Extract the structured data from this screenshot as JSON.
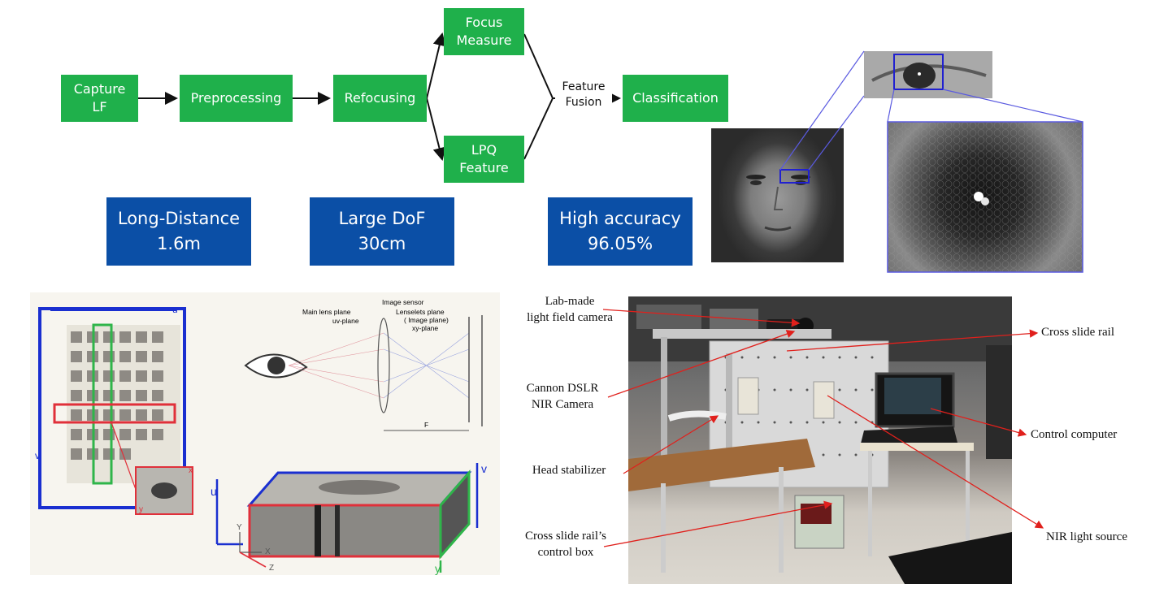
{
  "pipeline": {
    "capture": "Capture\nLF",
    "preprocessing": "Preprocessing",
    "refocusing": "Refocusing",
    "focus": "Focus\nMeasure",
    "lpq": "LPQ\nFeature",
    "fusion": "Feature\nFusion",
    "classification": "Classification"
  },
  "highlights": [
    {
      "label": "Long-Distance\n1.6m"
    },
    {
      "label": "Large DoF\n30cm"
    },
    {
      "label": "High accuracy\n96.05%"
    }
  ],
  "optics": {
    "image_sensor": "Image sensor",
    "main_lens": "Main lens plane",
    "uv_plane": "uv-plane",
    "lenselets": "Lenselets plane",
    "image_plane": "( Image plane)",
    "xy_plane": "xy-plane",
    "f_label": "F",
    "axis_u_top": "u",
    "axis_v_left": "v",
    "axis_y_left": "y",
    "axis_x_left": "x",
    "axis_u": "u",
    "axis_v": "v",
    "axis_y": "y",
    "axis_Y": "Y",
    "axis_X": "X",
    "axis_Z": "Z"
  },
  "setup_labels": {
    "lab_camera": "Lab-made\nlight field camera",
    "cross_rail": "Cross slide rail",
    "dslr": "Cannon DSLR\nNIR Camera",
    "control_computer": "Control computer",
    "head_stabilizer": "Head stabilizer",
    "control_box": "Cross slide rail’s\ncontrol box",
    "nir_source": "NIR light source"
  },
  "colors": {
    "green": "#1fb04b",
    "blue": "#0b4fa6",
    "arrow_red": "#e0201c"
  }
}
